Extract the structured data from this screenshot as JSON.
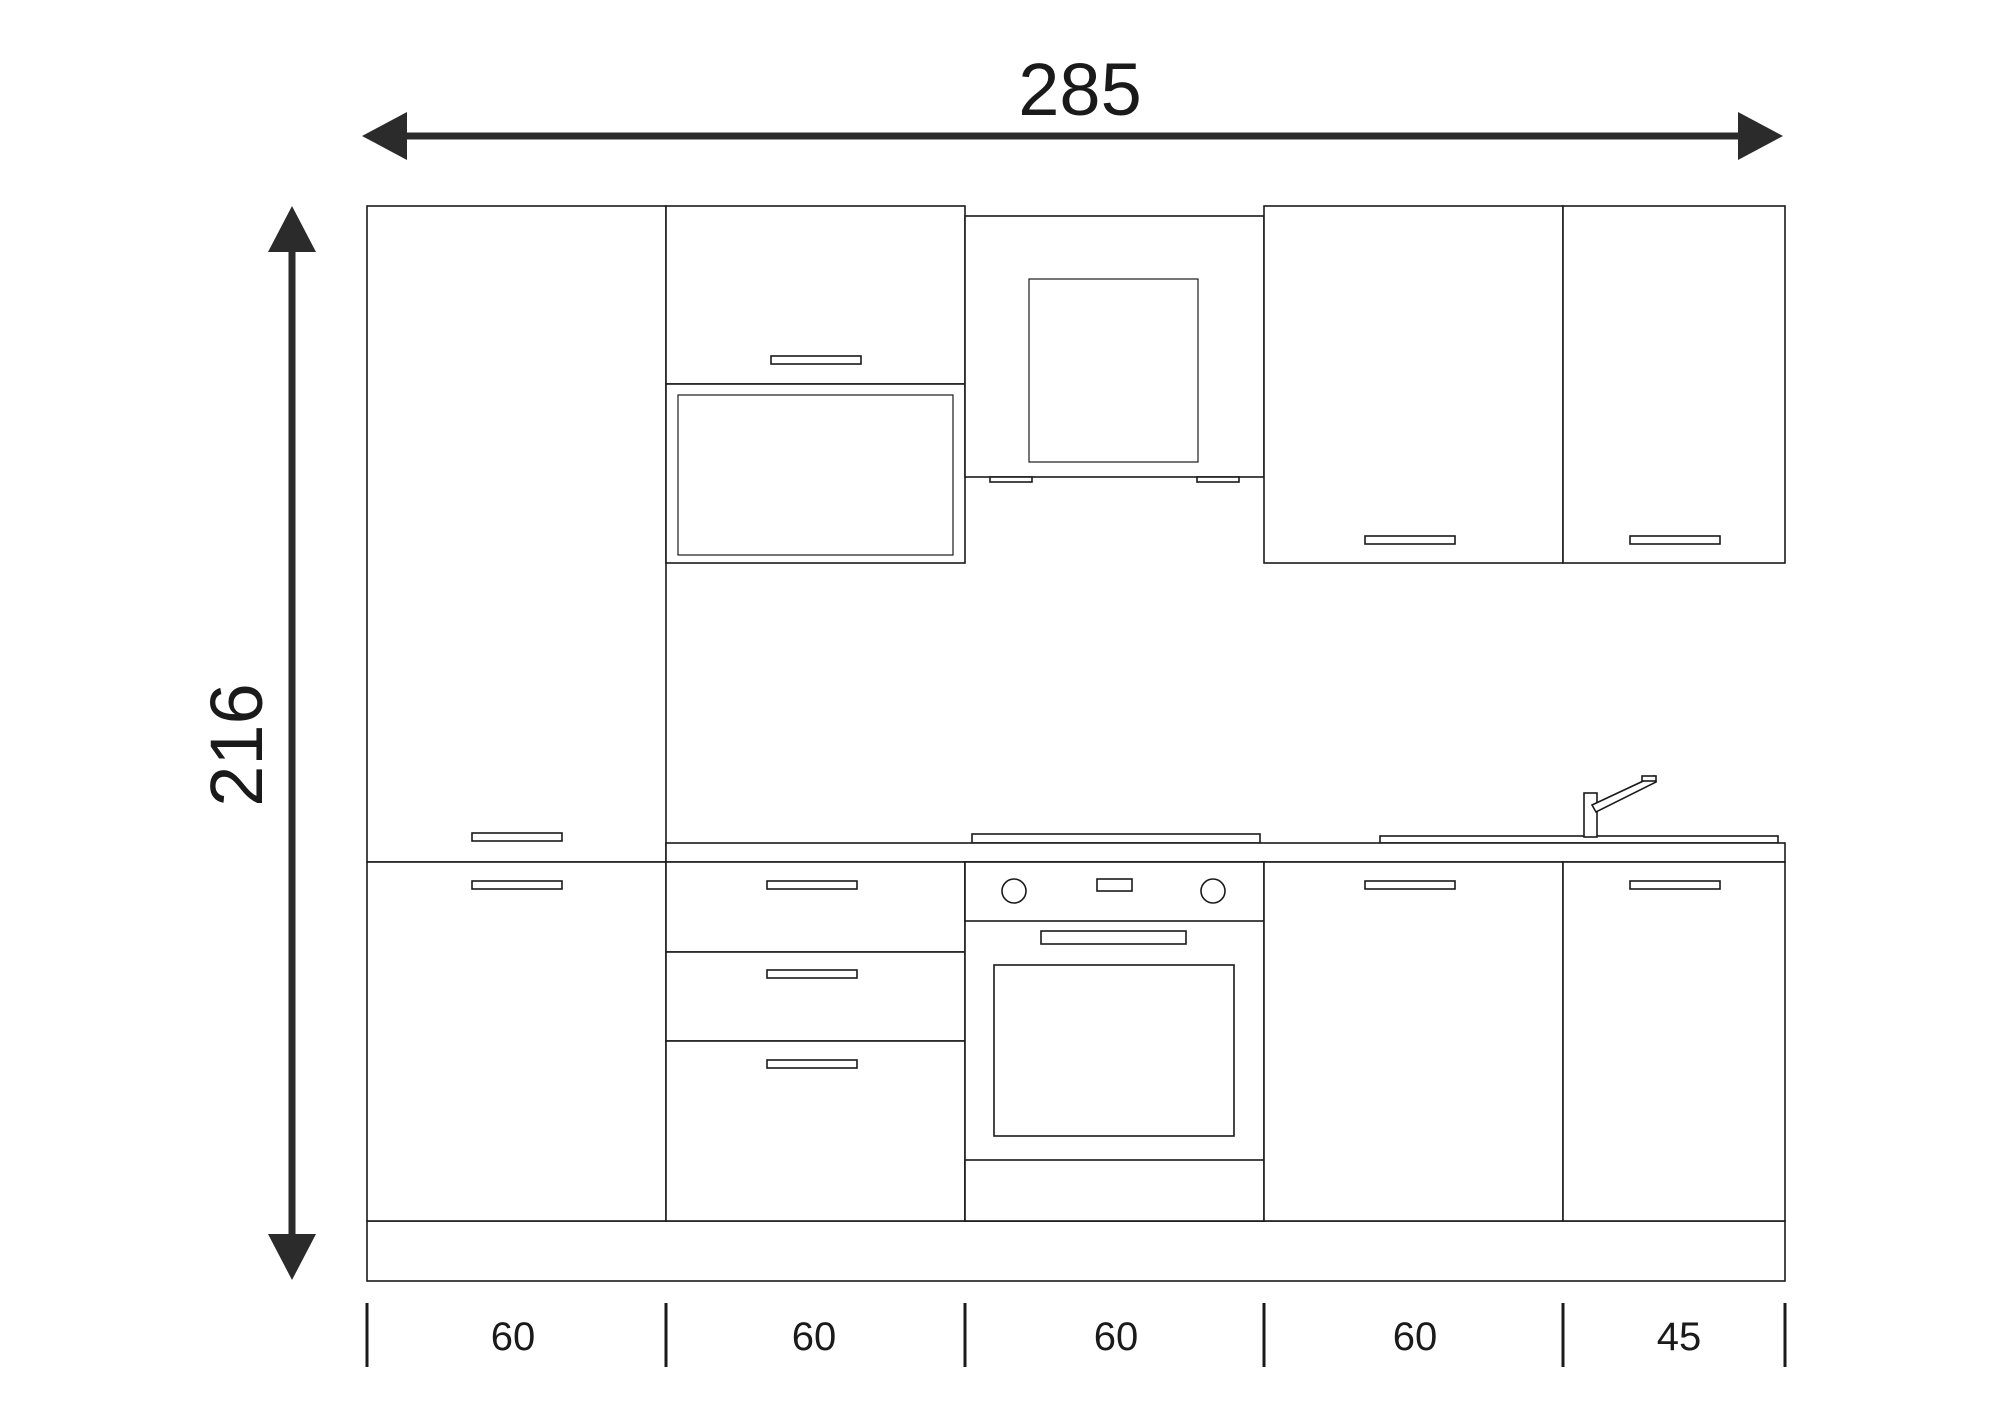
{
  "dimensions": {
    "total_width": "285",
    "total_height": "216",
    "module_widths": [
      "60",
      "60",
      "60",
      "60",
      "45"
    ]
  },
  "colors": {
    "line": "#1a1a1a",
    "arrow": "#2b2b2b",
    "background": "#ffffff"
  }
}
